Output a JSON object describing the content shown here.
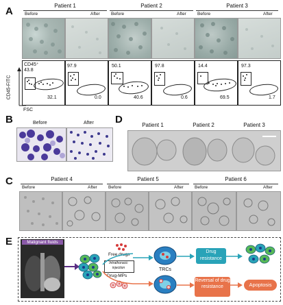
{
  "panel_letters": {
    "a": "A",
    "b": "B",
    "c": "C",
    "d": "D",
    "e": "E"
  },
  "panel_a": {
    "patients": [
      "Patient 1",
      "Patient 2",
      "Patient 3"
    ],
    "before": "Before",
    "after": "After",
    "gate_label": "CD45⁺",
    "y_axis": "CD45-FITC",
    "x_axis": "FSC",
    "flow": [
      {
        "gate": "43.8",
        "ellipse": "32.1"
      },
      {
        "gate": "97.9",
        "ellipse": "0.0"
      },
      {
        "gate": "50.1",
        "ellipse": "40.6"
      },
      {
        "gate": "97.8",
        "ellipse": "0.6"
      },
      {
        "gate": "14.4",
        "ellipse": "69.5"
      },
      {
        "gate": "97.3",
        "ellipse": "1.7"
      }
    ]
  },
  "panel_b": {
    "before": "Before",
    "after": "After"
  },
  "panel_d": {
    "patients": [
      "Patient 1",
      "Patient 2",
      "Patient 3"
    ]
  },
  "panel_c": {
    "patients": [
      "Patient 4",
      "Patient 5",
      "Patient 6"
    ],
    "before": "Before",
    "after": "After"
  },
  "panel_e": {
    "xray_label": "Malignant fluids",
    "free_drugs": "Free drugs",
    "injection": "Intrathoracic injection",
    "drug_mps": "Drug-MPs",
    "trcs": "TRCs",
    "drug_resistance": "Drug resistance",
    "reversal": "Reversal of drug resistance",
    "apoptosis": "Apoptosis"
  },
  "colors": {
    "teal": "#29a3b8",
    "orange": "#e8734a",
    "purple": "#5b2d84",
    "green": "#57b957"
  }
}
